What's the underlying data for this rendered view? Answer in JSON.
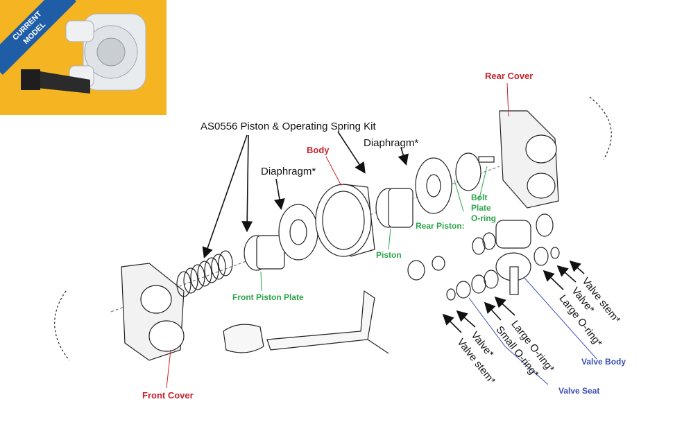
{
  "badge": {
    "line1": "CURRENT",
    "line2": "MODEL"
  },
  "labels": {
    "kit": "AS0556 Piston & Operating Spring Kit",
    "diaphragm_front": "Diaphragm*",
    "diaphragm_rear": "Diaphragm*",
    "body": "Body",
    "rear_cover": "Rear Cover",
    "bolt": "Bolt",
    "plate": "Plate",
    "oring": "O-ring",
    "rear_piston": "Rear Piston:",
    "piston": "Piston",
    "front_piston_plate": "Front Piston Plate",
    "front_cover": "Front Cover",
    "valve_body": "Valve Body",
    "valve_seat": "Valve Seat",
    "right_valve_stem": "Valve stem*",
    "right_valve": "Valve*",
    "right_large_oring": "Large O-ring*",
    "left_large_oring": "Large O-ring*",
    "left_small_oring": "Small O-ring*",
    "left_valve": "Valve*",
    "left_valve_stem": "Valve stem*"
  },
  "colors": {
    "red": "#c8232c",
    "green": "#2ba44a",
    "blue": "#3a4fb3",
    "banner": "#f5b523",
    "ribbon": "#1f5ea6"
  }
}
